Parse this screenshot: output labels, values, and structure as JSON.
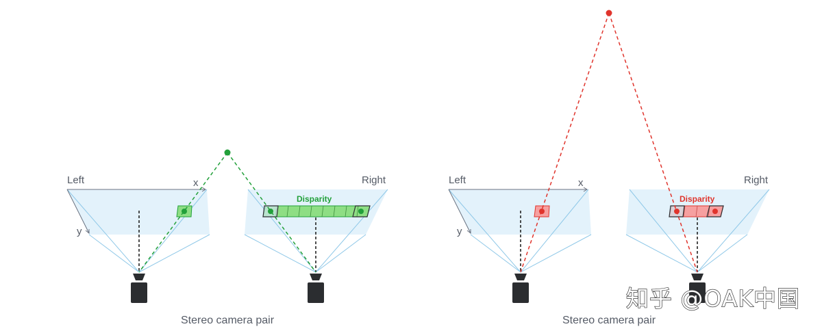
{
  "diagrams": [
    {
      "left_label": "Left",
      "right_label": "Right",
      "x_axis_label": "x",
      "y_axis_label": "y",
      "disparity_label": "Disparity",
      "caption": "Stereo camera pair",
      "point_color": "#22a03a",
      "disparity_fill": "#8ede84",
      "point_distance": "near"
    },
    {
      "left_label": "Left",
      "right_label": "Right",
      "x_axis_label": "x",
      "y_axis_label": "y",
      "disparity_label": "Disparity",
      "caption": "Stereo camera pair",
      "point_color": "#e0342c",
      "disparity_fill": "#f6a0a0",
      "point_distance": "far"
    }
  ],
  "colors": {
    "image_plane": "#e3f2fb",
    "frustum_line": "#8fc8e8",
    "camera_body": "#2b2d30",
    "text": "#555b66"
  },
  "watermark": "知乎 @OAK中国"
}
